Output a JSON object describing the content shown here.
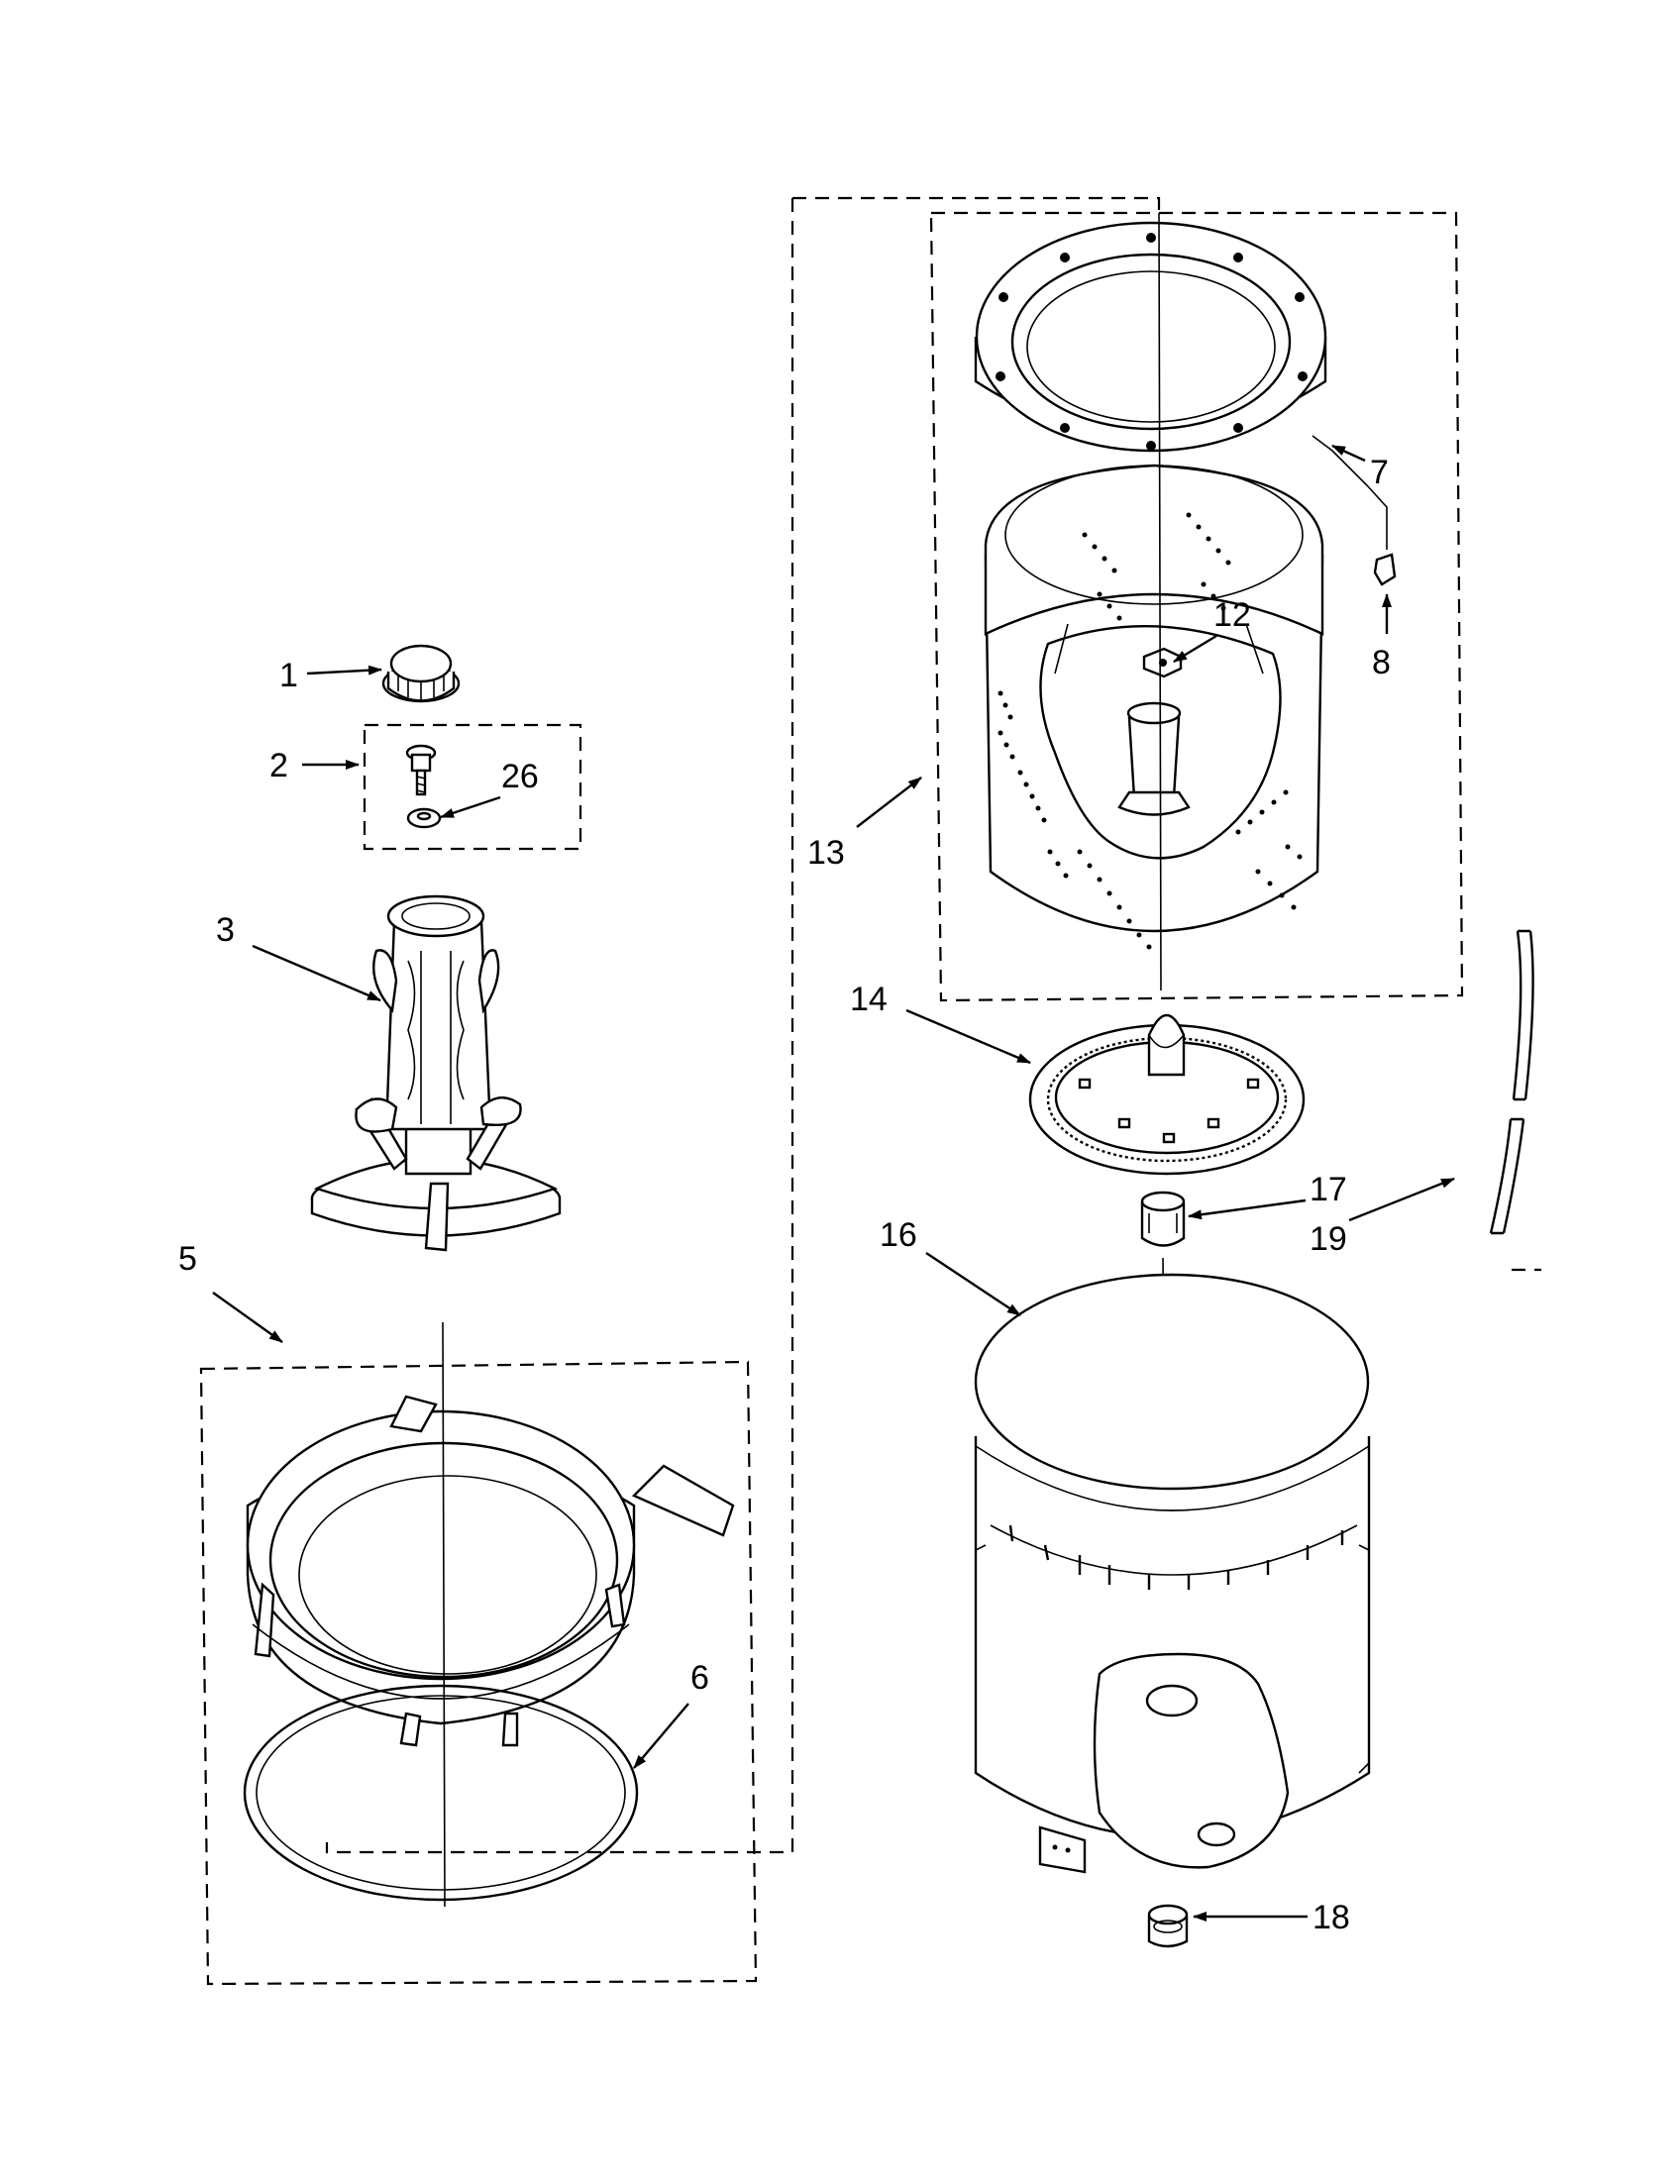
{
  "callouts": [
    {
      "id": "c1",
      "label": "1"
    },
    {
      "id": "c2",
      "label": "2"
    },
    {
      "id": "c26",
      "label": "26"
    },
    {
      "id": "c3",
      "label": "3"
    },
    {
      "id": "c5",
      "label": "5"
    },
    {
      "id": "c6",
      "label": "6"
    },
    {
      "id": "c7",
      "label": "7"
    },
    {
      "id": "c8",
      "label": "8"
    },
    {
      "id": "c12",
      "label": "12"
    },
    {
      "id": "c13",
      "label": "13"
    },
    {
      "id": "c14",
      "label": "14"
    },
    {
      "id": "c16",
      "label": "16"
    },
    {
      "id": "c17",
      "label": "17"
    },
    {
      "id": "c18",
      "label": "18"
    },
    {
      "id": "c19",
      "label": "19"
    }
  ]
}
